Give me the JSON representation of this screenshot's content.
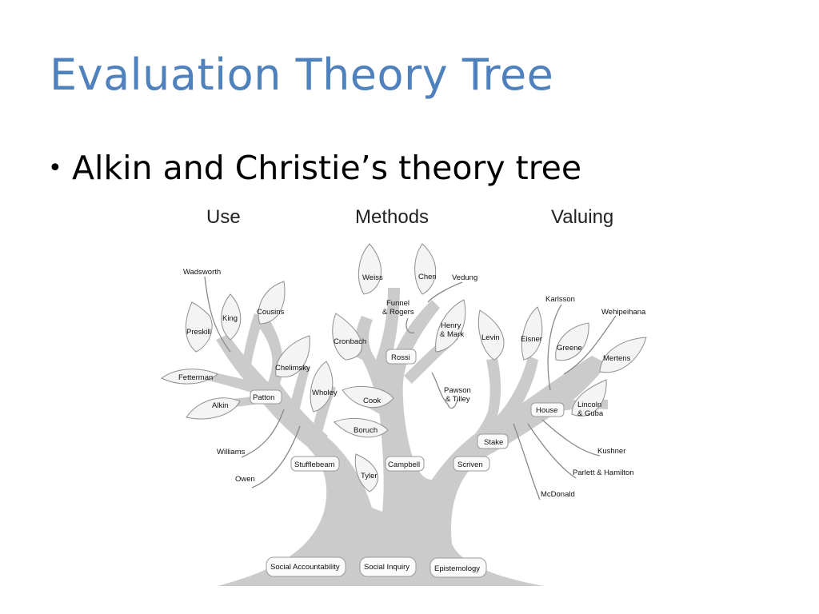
{
  "slide": {
    "title": "Evaluation Theory Tree",
    "bullet": "Alkin and Christie’s theory tree"
  },
  "diagram": {
    "branches": {
      "use": "Use",
      "methods": "Methods",
      "valuing": "Valuing"
    },
    "roots": {
      "social_accountability": "Social Accountability",
      "social_inquiry": "Social Inquiry",
      "epistemology": "Epistemology"
    },
    "use_branch": {
      "wadsworth": "Wadsworth",
      "king": "King",
      "cousins": "Cousins",
      "preskill": "Preskill",
      "chelimsky": "Chelimsky",
      "fetterman": "Fetterman",
      "patton": "Patton",
      "alkin": "Alkin",
      "wholey": "Wholey",
      "williams": "Williams",
      "stufflebeam": "Stufflebeam",
      "owen": "Owen"
    },
    "methods_branch": {
      "weiss": "Weiss",
      "chen": "Chen",
      "vedung": "Vedung",
      "funnel_rogers_line1": "Funnel",
      "funnel_rogers_line2": "& Rogers",
      "henry_mark_line1": "Henry",
      "henry_mark_line2": "& Mark",
      "cronbach": "Cronbach",
      "rossi": "Rossi",
      "pawson_line1": "Pawson",
      "pawson_line2": "& Tilley",
      "cook": "Cook",
      "boruch": "Boruch",
      "tyler": "Tyler",
      "campbell": "Campbell"
    },
    "valuing_branch": {
      "levin": "Levin",
      "karlsson": "Karlsson",
      "eisner": "Eisner",
      "wehipeihana": "Wehipeihana",
      "greene": "Greene",
      "mertens": "Mertens",
      "house": "House",
      "lincoln_guba_line1": "Lincoln",
      "lincoln_guba_line2": "& Guba",
      "stake": "Stake",
      "scriven": "Scriven",
      "kushner": "Kushner",
      "parlett_hamilton": "Parlett & Hamilton",
      "mcdonald": "McDonald"
    },
    "colors": {
      "title": "#4f81bd",
      "tree": "#cbcbcb",
      "leaf": "#f4f4f4"
    }
  }
}
